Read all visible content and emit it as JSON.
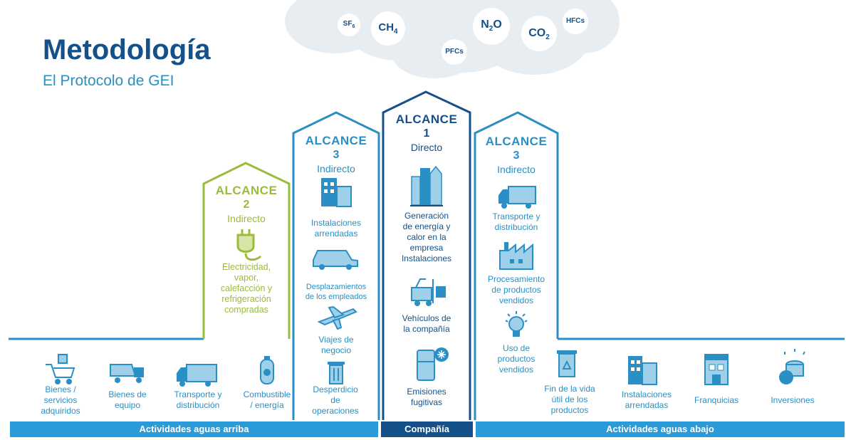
{
  "header": {
    "title": "Metodología",
    "subtitle": "El Protocolo de GEI"
  },
  "cloud_gases": [
    {
      "id": "sf6",
      "base": "SF",
      "sub": "6"
    },
    {
      "id": "ch4",
      "base": "CH",
      "sub": "4"
    },
    {
      "id": "pfcs",
      "base": "PFCs",
      "sub": ""
    },
    {
      "id": "n2o",
      "base": "N",
      "sub": "2",
      "tail": "O"
    },
    {
      "id": "co2",
      "base": "CO",
      "sub": "2"
    },
    {
      "id": "hfcs",
      "base": "HFCs",
      "sub": ""
    }
  ],
  "scopes": {
    "scope2": {
      "word": "ALCANCE",
      "num": "2",
      "kind": "Indirecto",
      "color": "#9bbb3c",
      "items": [
        "Electricidad,\nvapor,\ncalefacción y\nrefrigeración\ncompradas"
      ]
    },
    "scope3_up": {
      "word": "ALCANCE",
      "num": "3",
      "kind": "Indirecto",
      "color": "#2a8fc4",
      "items": [
        "Instalaciones\narrendadas",
        "Desplazamientos\nde los empleados",
        "Viajes de\nnegocio"
      ]
    },
    "scope1": {
      "word": "ALCANCE",
      "num": "1",
      "kind": "Directo",
      "color": "#14508a",
      "items": [
        "Generación\nde energía y\ncalor en la\nempresa\nInstalaciones",
        "Vehículos de\nla compañía",
        "Emisiones\nfugitivas"
      ]
    },
    "scope3_down": {
      "word": "ALCANCE",
      "num": "3",
      "kind": "Indirecto",
      "color": "#2a8fc4",
      "items": [
        "Transporte y\ndistribución",
        "Procesamiento\nde productos\nvendidos",
        "Uso de\nproductos\nvendidos"
      ]
    }
  },
  "bottom_row": {
    "upstream": [
      "Bienes /\nservicios\nadquiridos",
      "Bienes de\nequipo",
      "Transporte y\ndistribución",
      "Combustible\n/ energía",
      "Desperdicio\nde\noperaciones"
    ],
    "downstream": [
      "Fin de la vida\nútil de los\nproductos",
      "Instalaciones\narrendadas",
      "Franquicias",
      "Inversiones"
    ]
  },
  "bars": {
    "upstream": "Actividades aguas arriba",
    "company": "Compañía",
    "downstream": "Actividades aguas abajo"
  },
  "colors": {
    "dark_blue": "#14508a",
    "light_blue": "#2a8fc4",
    "green": "#9bbb3c",
    "bar_blue": "#2a9ad8"
  },
  "icons": [
    "shopping-cart-icon",
    "dump-truck-icon",
    "delivery-truck-icon",
    "gas-cylinder-icon",
    "trash-bin-icon",
    "office-building-icon",
    "car-icon",
    "airplane-icon",
    "power-plug-icon",
    "city-buildings-icon",
    "forklift-icon",
    "refrigerator-icon",
    "factory-icon",
    "light-bulb-icon",
    "recycle-bin-icon",
    "franchise-store-icon",
    "coins-icon"
  ]
}
